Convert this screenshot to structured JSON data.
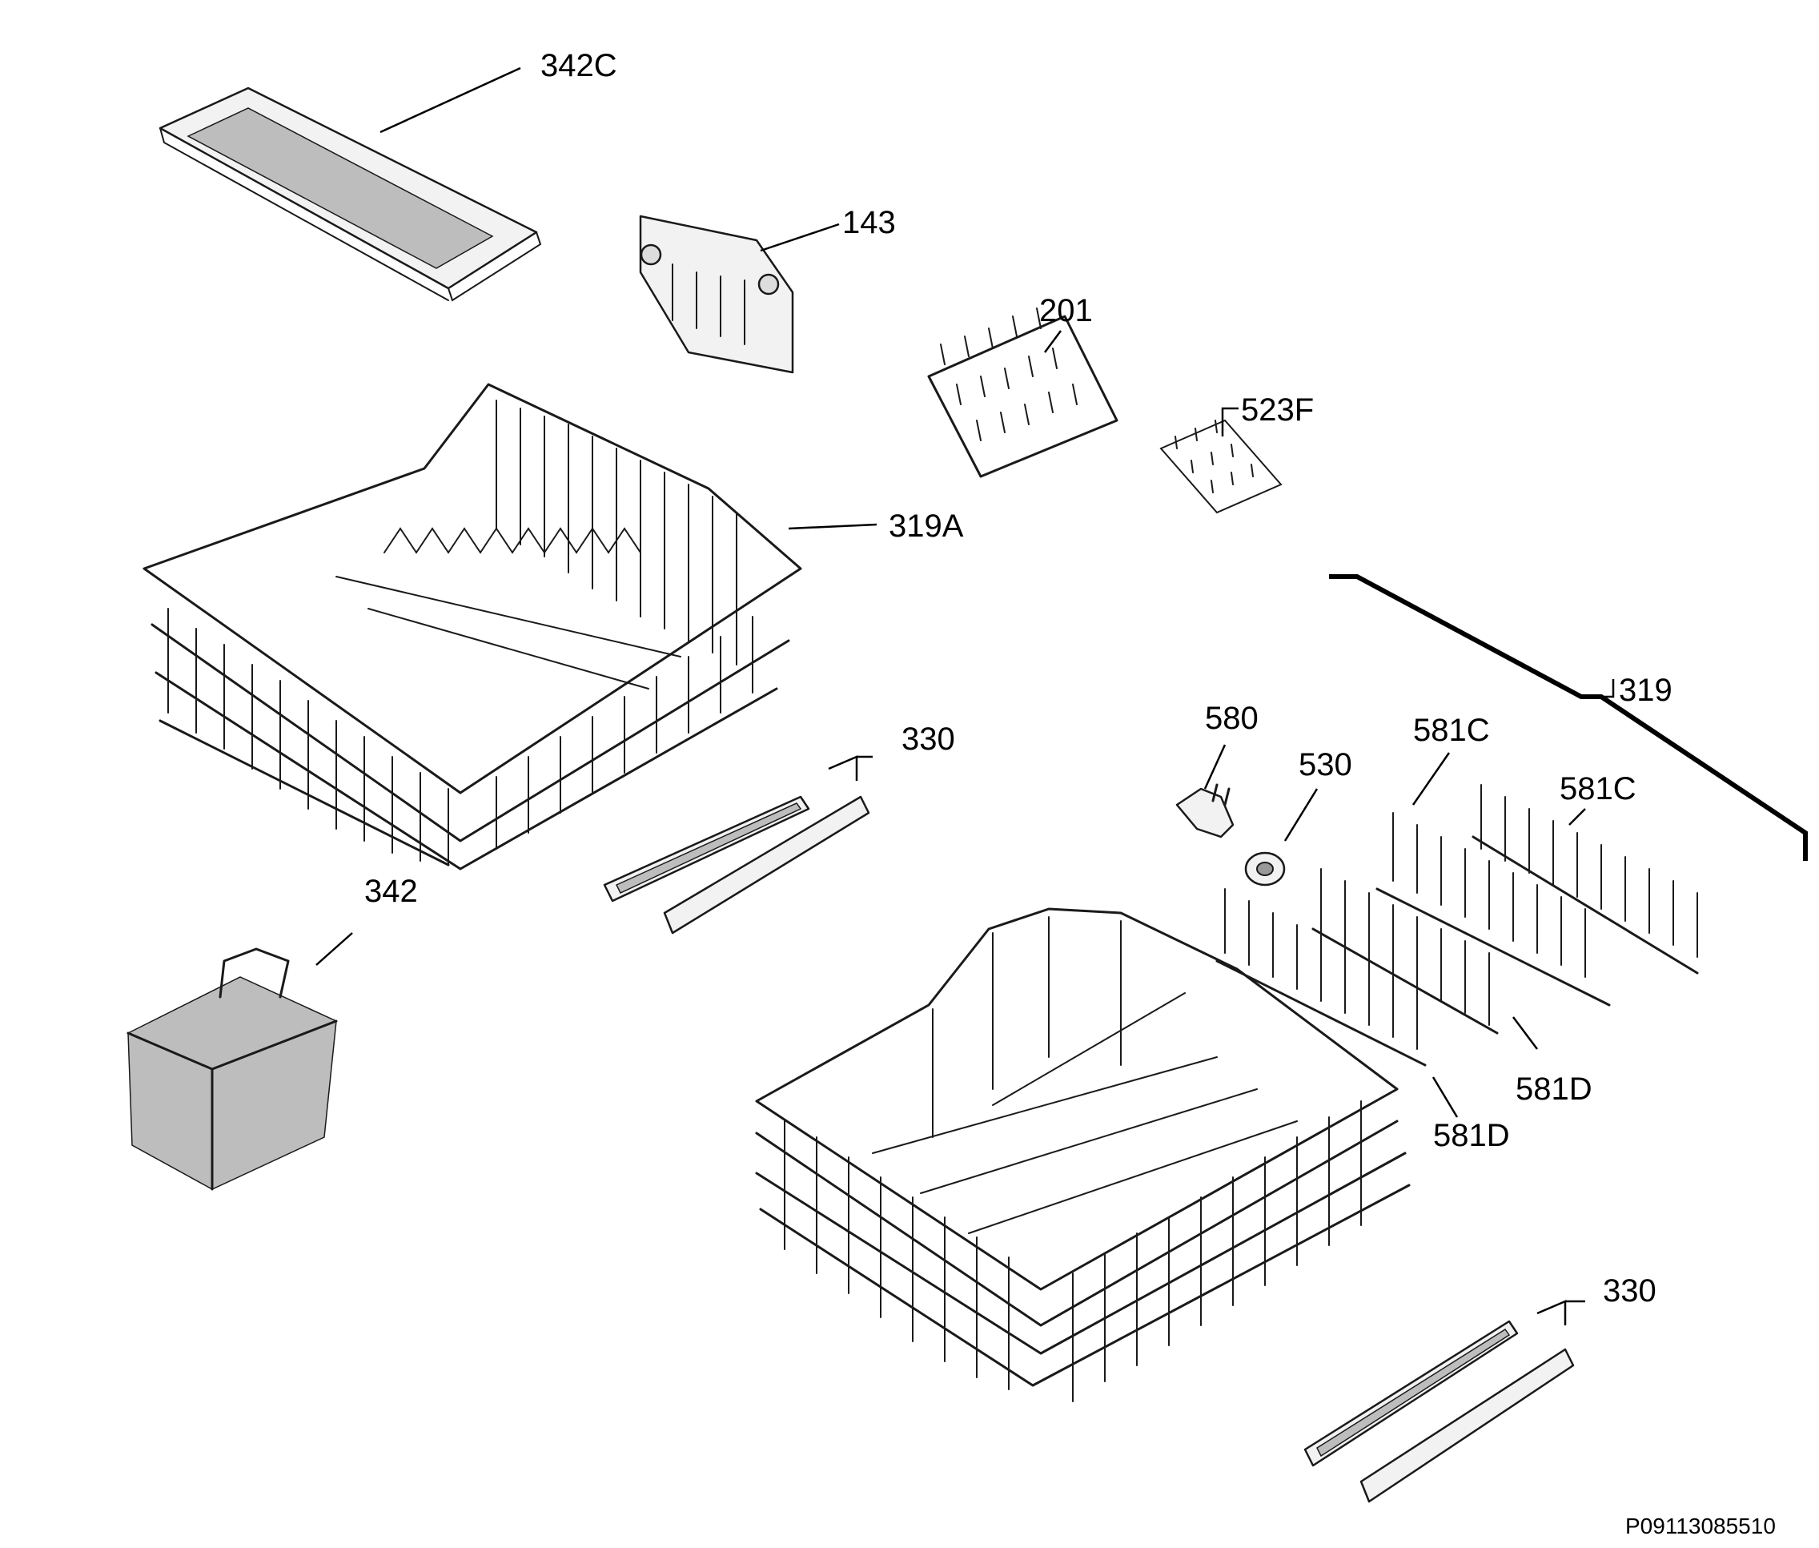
{
  "diagram": {
    "drawing_code": "P09113085510",
    "part_labels": {
      "p342C": "342C",
      "p143": "143",
      "p201": "201",
      "p523F": "523F",
      "p319A": "319A",
      "p319": "319",
      "p330_upper": "330",
      "p330_lower": "330",
      "p342": "342",
      "p580": "580",
      "p530": "530",
      "p581C_a": "581C",
      "p581C_b": "581C",
      "p581D_a": "581D",
      "p581D_b": "581D"
    }
  }
}
